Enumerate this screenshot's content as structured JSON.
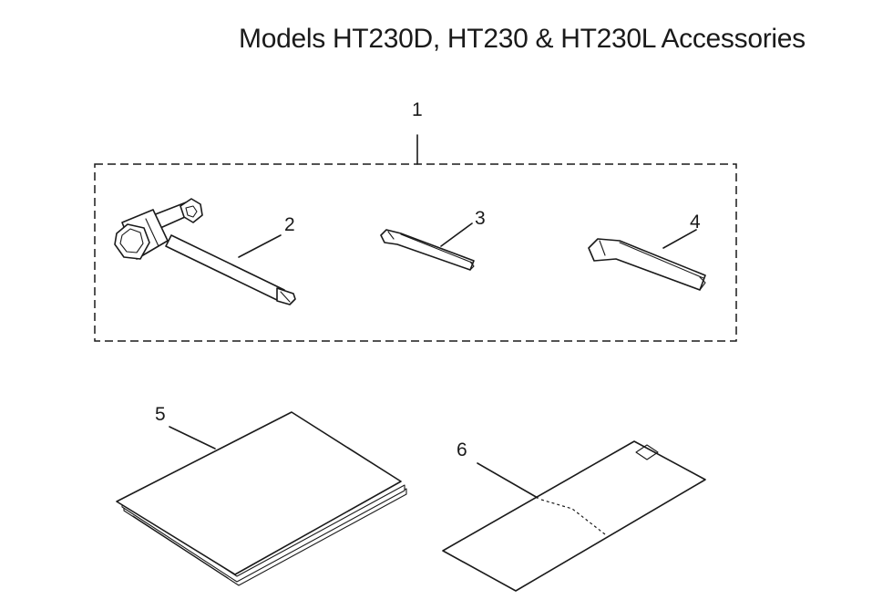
{
  "title": "Models HT230D, HT230 & HT230L Accessories",
  "callouts": {
    "item_1": "1",
    "item_2": "2",
    "item_3": "3",
    "item_4": "4",
    "item_5": "5",
    "item_6": "6"
  }
}
